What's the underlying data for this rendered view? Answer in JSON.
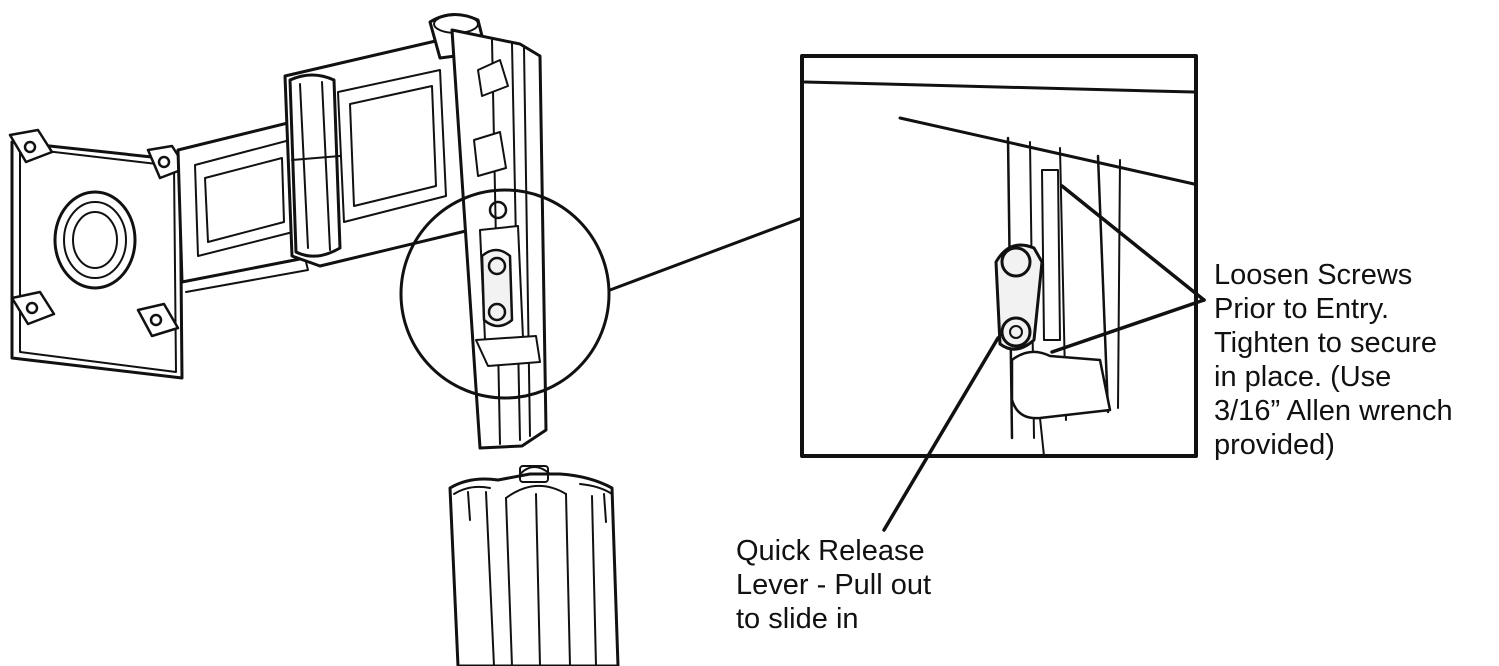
{
  "callouts": {
    "loosen_screws": {
      "lines": [
        "Loosen Screws",
        "Prior to Entry.",
        "Tighten to secure",
        "in place.  (Use",
        "3/16” Allen wrench",
        "provided)"
      ]
    },
    "quick_release": {
      "lines": [
        "Quick Release",
        "Lever - Pull out",
        "to slide in"
      ]
    }
  },
  "colors": {
    "line": "#111111",
    "background": "#ffffff",
    "fill_light": "#f2f2f2"
  }
}
